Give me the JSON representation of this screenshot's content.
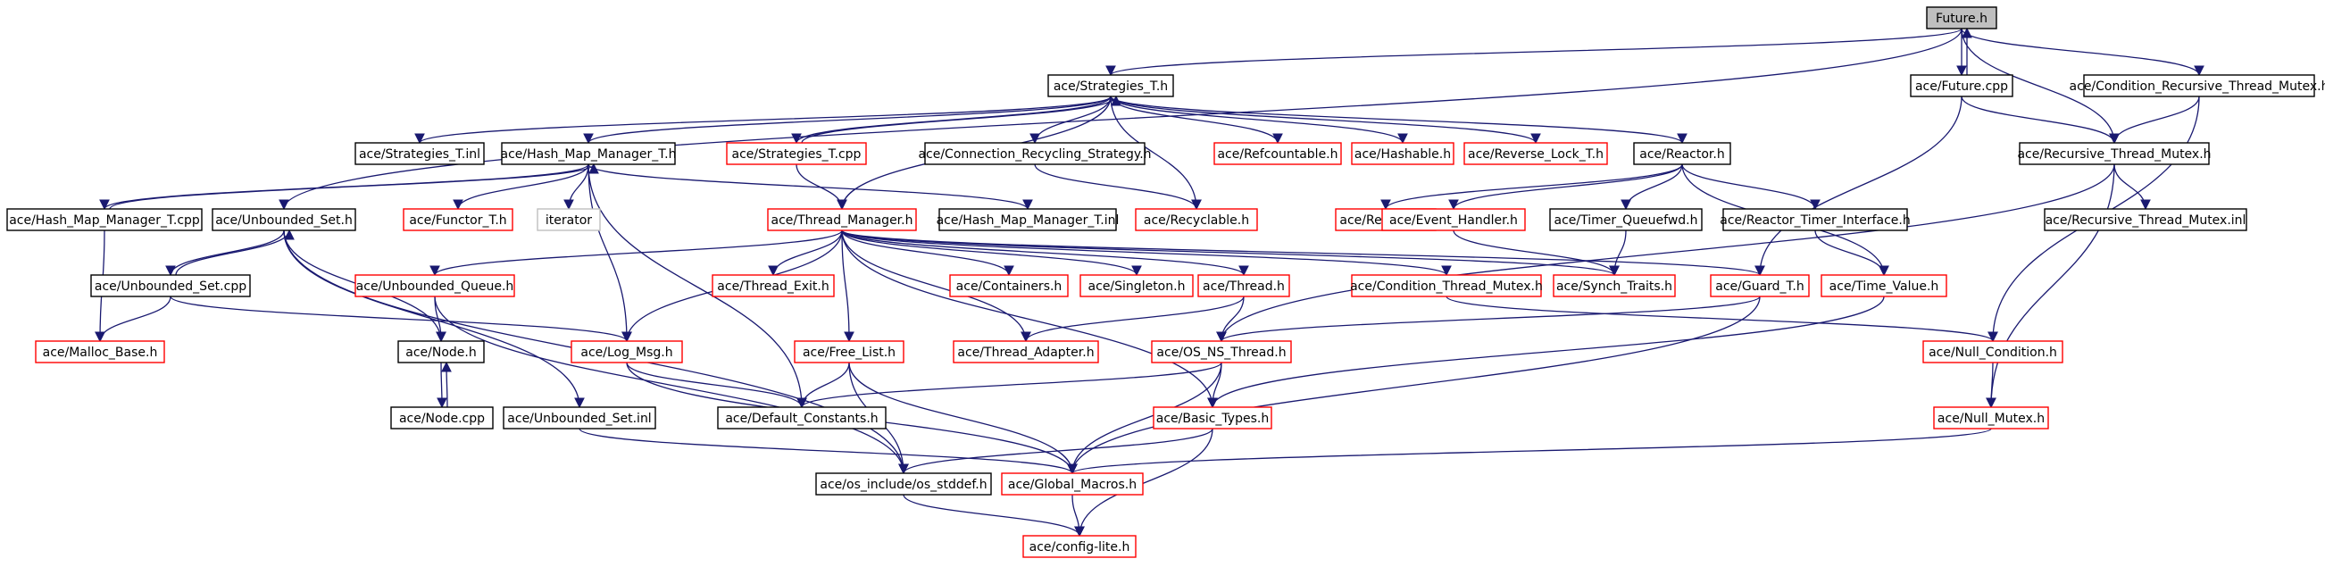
{
  "colors": {
    "background": "#ffffff",
    "edge": "#191970",
    "normal_border": "#000000",
    "missing_border": "#ff0000",
    "external_border": "#bfbfbf",
    "root_fill": "#bfbfbf",
    "text": "#000000"
  },
  "nodes": [
    {
      "id": "future_h",
      "label": "Future.h",
      "style": "root"
    },
    {
      "id": "strategies_t_h",
      "label": "ace/Strategies_T.h",
      "style": "normal"
    },
    {
      "id": "future_cpp",
      "label": "ace/Future.cpp",
      "style": "normal"
    },
    {
      "id": "cond_rec_h",
      "label": "ace/Condition_Recursive_Thread_Mutex.h",
      "style": "normal"
    },
    {
      "id": "strategies_t_inl",
      "label": "ace/Strategies_T.inl",
      "style": "normal"
    },
    {
      "id": "hmm_t_h",
      "label": "ace/Hash_Map_Manager_T.h",
      "style": "normal"
    },
    {
      "id": "strategies_t_cpp",
      "label": "ace/Strategies_T.cpp",
      "style": "missing"
    },
    {
      "id": "conn_rec_h",
      "label": "ace/Connection_Recycling_Strategy.h",
      "style": "normal"
    },
    {
      "id": "refcountable_h",
      "label": "ace/Refcountable.h",
      "style": "missing"
    },
    {
      "id": "hashable_h",
      "label": "ace/Hashable.h",
      "style": "missing"
    },
    {
      "id": "reverse_lock_h",
      "label": "ace/Reverse_Lock_T.h",
      "style": "missing"
    },
    {
      "id": "reactor_h",
      "label": "ace/Reactor.h",
      "style": "normal"
    },
    {
      "id": "rec_mutex_h",
      "label": "ace/Recursive_Thread_Mutex.h",
      "style": "normal"
    },
    {
      "id": "hmm_t_cpp",
      "label": "ace/Hash_Map_Manager_T.cpp",
      "style": "normal"
    },
    {
      "id": "unbounded_set_h",
      "label": "ace/Unbounded_Set.h",
      "style": "normal"
    },
    {
      "id": "functor_t_h",
      "label": "ace/Functor_T.h",
      "style": "missing"
    },
    {
      "id": "iterator",
      "label": "iterator",
      "style": "external"
    },
    {
      "id": "thread_manager_h",
      "label": "ace/Thread_Manager.h",
      "style": "missing"
    },
    {
      "id": "hmm_t_inl",
      "label": "ace/Hash_Map_Manager_T.inl",
      "style": "normal"
    },
    {
      "id": "recyclable_h",
      "label": "ace/Recyclable.h",
      "style": "missing"
    },
    {
      "id": "reactor_inl",
      "label": "ace/Reactor.inl",
      "style": "missing"
    },
    {
      "id": "event_handler_h",
      "label": "ace/Event_Handler.h",
      "style": "missing"
    },
    {
      "id": "timer_qfwd_h",
      "label": "ace/Timer_Queuefwd.h",
      "style": "normal"
    },
    {
      "id": "reactor_timer_if_h",
      "label": "ace/Reactor_Timer_Interface.h",
      "style": "normal"
    },
    {
      "id": "rec_mutex_inl",
      "label": "ace/Recursive_Thread_Mutex.inl",
      "style": "normal"
    },
    {
      "id": "unbounded_set_cpp",
      "label": "ace/Unbounded_Set.cpp",
      "style": "normal"
    },
    {
      "id": "unbounded_queue_h",
      "label": "ace/Unbounded_Queue.h",
      "style": "missing"
    },
    {
      "id": "thread_exit_h",
      "label": "ace/Thread_Exit.h",
      "style": "missing"
    },
    {
      "id": "containers_h",
      "label": "ace/Containers.h",
      "style": "missing"
    },
    {
      "id": "singleton_h",
      "label": "ace/Singleton.h",
      "style": "missing"
    },
    {
      "id": "thread_h",
      "label": "ace/Thread.h",
      "style": "missing"
    },
    {
      "id": "cond_thread_mutex_h",
      "label": "ace/Condition_Thread_Mutex.h",
      "style": "missing"
    },
    {
      "id": "synch_traits_h",
      "label": "ace/Synch_Traits.h",
      "style": "missing"
    },
    {
      "id": "guard_t_h",
      "label": "ace/Guard_T.h",
      "style": "missing"
    },
    {
      "id": "time_value_h",
      "label": "ace/Time_Value.h",
      "style": "missing"
    },
    {
      "id": "malloc_base_h",
      "label": "ace/Malloc_Base.h",
      "style": "missing"
    },
    {
      "id": "node_h",
      "label": "ace/Node.h",
      "style": "normal"
    },
    {
      "id": "log_msg_h",
      "label": "ace/Log_Msg.h",
      "style": "missing"
    },
    {
      "id": "free_list_h",
      "label": "ace/Free_List.h",
      "style": "missing"
    },
    {
      "id": "thread_adapter_h",
      "label": "ace/Thread_Adapter.h",
      "style": "missing"
    },
    {
      "id": "os_ns_thread_h",
      "label": "ace/OS_NS_Thread.h",
      "style": "missing"
    },
    {
      "id": "null_condition_h",
      "label": "ace/Null_Condition.h",
      "style": "missing"
    },
    {
      "id": "node_cpp",
      "label": "ace/Node.cpp",
      "style": "normal"
    },
    {
      "id": "unbounded_set_inl",
      "label": "ace/Unbounded_Set.inl",
      "style": "normal"
    },
    {
      "id": "default_constants_h",
      "label": "ace/Default_Constants.h",
      "style": "normal"
    },
    {
      "id": "basic_types_h",
      "label": "ace/Basic_Types.h",
      "style": "missing"
    },
    {
      "id": "null_mutex_h",
      "label": "ace/Null_Mutex.h",
      "style": "missing"
    },
    {
      "id": "os_stddef_h",
      "label": "ace/os_include/os_stddef.h",
      "style": "normal"
    },
    {
      "id": "global_macros_h",
      "label": "ace/Global_Macros.h",
      "style": "missing"
    },
    {
      "id": "config_lite_h",
      "label": "ace/config-lite.h",
      "style": "missing"
    }
  ],
  "edges": [
    [
      "future_h",
      "strategies_t_h"
    ],
    [
      "future_h",
      "future_cpp"
    ],
    [
      "future_h",
      "cond_rec_h"
    ],
    [
      "future_h",
      "rec_mutex_h"
    ],
    [
      "future_h",
      "unbounded_set_h"
    ],
    [
      "future_cpp",
      "future_h"
    ],
    [
      "future_cpp",
      "rec_mutex_h"
    ],
    [
      "future_cpp",
      "guard_t_h"
    ],
    [
      "cond_rec_h",
      "rec_mutex_h"
    ],
    [
      "cond_rec_h",
      "null_condition_h"
    ],
    [
      "strategies_t_h",
      "strategies_t_inl"
    ],
    [
      "strategies_t_h",
      "hmm_t_h"
    ],
    [
      "strategies_t_h",
      "strategies_t_cpp"
    ],
    [
      "strategies_t_h",
      "conn_rec_h"
    ],
    [
      "strategies_t_h",
      "refcountable_h"
    ],
    [
      "strategies_t_h",
      "hashable_h"
    ],
    [
      "strategies_t_h",
      "reverse_lock_h"
    ],
    [
      "strategies_t_h",
      "reactor_h"
    ],
    [
      "strategies_t_h",
      "recyclable_h"
    ],
    [
      "strategies_t_h",
      "thread_manager_h"
    ],
    [
      "strategies_t_cpp",
      "strategies_t_h"
    ],
    [
      "strategies_t_cpp",
      "thread_manager_h"
    ],
    [
      "conn_rec_h",
      "recyclable_h"
    ],
    [
      "hmm_t_h",
      "hmm_t_cpp"
    ],
    [
      "hmm_t_h",
      "functor_t_h"
    ],
    [
      "hmm_t_h",
      "iterator"
    ],
    [
      "hmm_t_h",
      "hmm_t_inl"
    ],
    [
      "hmm_t_h",
      "log_msg_h"
    ],
    [
      "hmm_t_h",
      "default_constants_h"
    ],
    [
      "hmm_t_cpp",
      "hmm_t_h"
    ],
    [
      "hmm_t_cpp",
      "malloc_base_h"
    ],
    [
      "reactor_h",
      "reactor_inl"
    ],
    [
      "reactor_h",
      "event_handler_h"
    ],
    [
      "reactor_h",
      "timer_qfwd_h"
    ],
    [
      "reactor_h",
      "reactor_timer_if_h"
    ],
    [
      "reactor_h",
      "time_value_h"
    ],
    [
      "event_handler_h",
      "synch_traits_h"
    ],
    [
      "timer_qfwd_h",
      "synch_traits_h"
    ],
    [
      "reactor_timer_if_h",
      "time_value_h"
    ],
    [
      "rec_mutex_h",
      "rec_mutex_inl"
    ],
    [
      "rec_mutex_h",
      "os_ns_thread_h"
    ],
    [
      "rec_mutex_h",
      "null_mutex_h"
    ],
    [
      "unbounded_set_h",
      "unbounded_set_cpp"
    ],
    [
      "unbounded_set_h",
      "node_h"
    ],
    [
      "unbounded_set_h",
      "unbounded_set_inl"
    ],
    [
      "unbounded_set_h",
      "os_stddef_h"
    ],
    [
      "unbounded_set_cpp",
      "unbounded_set_h"
    ],
    [
      "unbounded_set_cpp",
      "malloc_base_h"
    ],
    [
      "unbounded_set_cpp",
      "log_msg_h"
    ],
    [
      "thread_manager_h",
      "unbounded_queue_h"
    ],
    [
      "thread_manager_h",
      "thread_exit_h"
    ],
    [
      "thread_manager_h",
      "containers_h"
    ],
    [
      "thread_manager_h",
      "singleton_h"
    ],
    [
      "thread_manager_h",
      "thread_h"
    ],
    [
      "thread_manager_h",
      "cond_thread_mutex_h"
    ],
    [
      "thread_manager_h",
      "synch_traits_h"
    ],
    [
      "thread_manager_h",
      "guard_t_h"
    ],
    [
      "thread_manager_h",
      "free_list_h"
    ],
    [
      "thread_manager_h",
      "thread_adapter_h"
    ],
    [
      "thread_manager_h",
      "log_msg_h"
    ],
    [
      "thread_manager_h",
      "basic_types_h"
    ],
    [
      "unbounded_queue_h",
      "node_h"
    ],
    [
      "unbounded_queue_h",
      "os_stddef_h"
    ],
    [
      "node_h",
      "node_cpp"
    ],
    [
      "node_cpp",
      "node_h"
    ],
    [
      "thread_h",
      "thread_adapter_h"
    ],
    [
      "thread_h",
      "os_ns_thread_h"
    ],
    [
      "cond_thread_mutex_h",
      "null_condition_h"
    ],
    [
      "guard_t_h",
      "os_ns_thread_h"
    ],
    [
      "guard_t_h",
      "global_macros_h"
    ],
    [
      "time_value_h",
      "basic_types_h"
    ],
    [
      "log_msg_h",
      "default_constants_h"
    ],
    [
      "log_msg_h",
      "global_macros_h"
    ],
    [
      "free_list_h",
      "default_constants_h"
    ],
    [
      "free_list_h",
      "global_macros_h"
    ],
    [
      "free_list_h",
      "os_stddef_h"
    ],
    [
      "os_ns_thread_h",
      "basic_types_h"
    ],
    [
      "os_ns_thread_h",
      "global_macros_h"
    ],
    [
      "os_ns_thread_h",
      "default_constants_h"
    ],
    [
      "null_condition_h",
      "null_mutex_h"
    ],
    [
      "null_mutex_h",
      "global_macros_h"
    ],
    [
      "unbounded_set_inl",
      "global_macros_h"
    ],
    [
      "basic_types_h",
      "config_lite_h"
    ],
    [
      "basic_types_h",
      "os_stddef_h"
    ],
    [
      "os_stddef_h",
      "config_lite_h"
    ],
    [
      "global_macros_h",
      "config_lite_h"
    ]
  ]
}
